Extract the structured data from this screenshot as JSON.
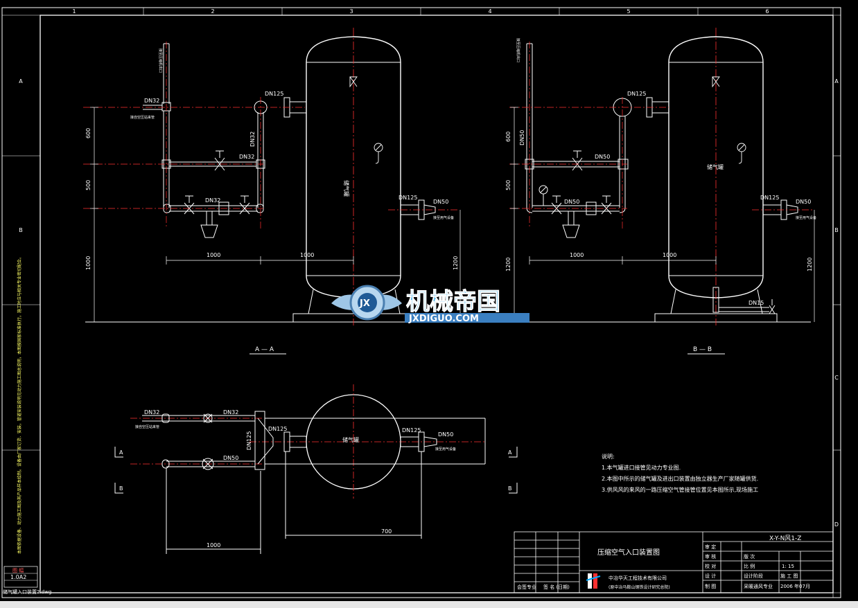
{
  "zones_top": [
    "1",
    "2",
    "3",
    "4",
    "5",
    "6"
  ],
  "zones_side": [
    "A",
    "B",
    "C",
    "D"
  ],
  "section_a": {
    "label": "A — A",
    "vessel_label": "储气罐",
    "dn_pipe_top": "DN32",
    "dn_inlet": "DN125",
    "dn_right_riser": "DN32",
    "dn_mid": "DN32",
    "dn_bottom": "DN32",
    "dn_outlet_a": "DN125",
    "dn_outlet_b": "DN50",
    "dims": [
      "600",
      "500",
      "1000",
      "1000",
      "1000",
      "1200"
    ],
    "note_vert": "接至压缩机出口",
    "note_left": "接自空压站来管",
    "note_out": "接至用气设备"
  },
  "section_b": {
    "label": "B — B",
    "vessel_label": "储气罐",
    "dn_inlet": "DN125",
    "dn_left": "DN50",
    "dn_mid": "DN50",
    "dn_bottom": "DN50",
    "dn_outlet_a": "DN125",
    "dn_outlet_b": "DN50",
    "dn_drain": "DN15",
    "dims": [
      "600",
      "500",
      "1200",
      "1000",
      "1000",
      "1200"
    ],
    "note_vert": "接至压缩机出口",
    "note_out": "接至用气设备"
  },
  "plan": {
    "vessel_label": "储气罐",
    "dn_top_left": "DN32",
    "dn_top_mid": "DN32",
    "dn_bottom_mid": "DN50",
    "dn_vertical": "DN125",
    "dn_in": "DN125",
    "dn_out_a": "DN125",
    "dn_out_b": "DN50",
    "note_left": "接自空压站来管",
    "note_right": "接至用气设备",
    "dim_700": "700",
    "dim_1000": "1000",
    "cut_a": "A",
    "cut_b": "B"
  },
  "notes": {
    "heading": "说明:",
    "items": [
      "1.本气罐进口接管见动力专业图.",
      "2.本图中所示的储气罐及进出口装置由独立器生产厂家随罐供货.",
      "3.供风风的来风的一路压缩空气管接管位置见本图所示,现场施工"
    ]
  },
  "side_note": "本图依据设备、动力施工图及其产品样本绘制。设备由厂家订货、安装，管道安装说明见动力施工图总说明，本图按国家标准执行，施工时应与相关专业密切配合。",
  "stamp": {
    "label": "图 幅",
    "size": "1.0A2",
    "file": "储气罐入口装置2.dwg"
  },
  "title_block": {
    "drawing_title": "压缩空气入口装置图",
    "drawing_no": "X-Y-N风1-Z",
    "roles": [
      "审 定",
      "审 核",
      "校 对",
      "设 计",
      "制 图"
    ],
    "version_label": "版 次",
    "scale_label": "比 例",
    "scale_value": "1: 15",
    "stage_label": "设计阶段",
    "stage_value": "施 工 图",
    "company": "中冶华天工程技术有限公司",
    "company_sub": "(原中冶马鞍山钢铁设计研究总院)",
    "dept_label": "采暖通风专业",
    "date_value": "2006 年07月",
    "sign_a": "会签专业",
    "sign_b": "签 名 (日期)"
  },
  "watermark": {
    "cn": "机械帝国",
    "en": "JXDIGUO.COM",
    "badge": "JX"
  },
  "colors": {
    "line": "#ffffff",
    "center": "#ff3030",
    "pipe": "#ff5a5a",
    "text": "#ffffff",
    "yellow": "#ffff66",
    "cyan": "#00d8ff"
  }
}
